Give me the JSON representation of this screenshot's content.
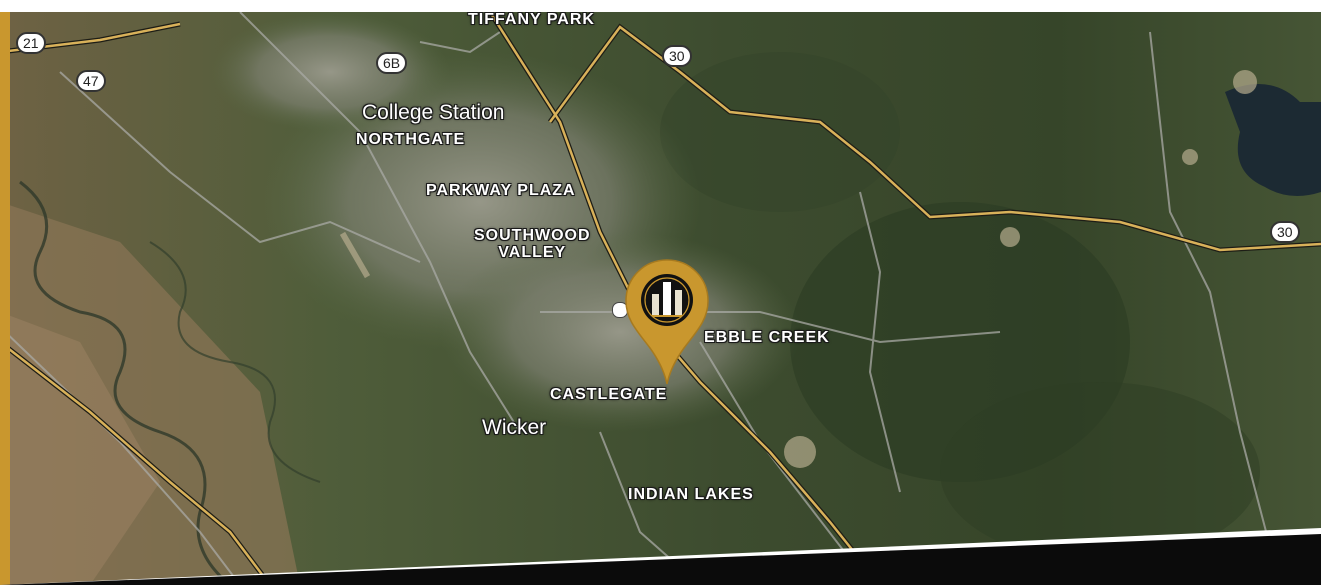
{
  "map": {
    "places": [
      {
        "id": "tiffany-park",
        "label": "TIFFANY PARK"
      },
      {
        "id": "college-station",
        "label": "College Station"
      },
      {
        "id": "northgate",
        "label": "NORTHGATE"
      },
      {
        "id": "parkway-plaza",
        "label": "PARKWAY PLAZA"
      },
      {
        "id": "southwood-valley",
        "label": "SOUTHWOOD\nVALLEY"
      },
      {
        "id": "pebble-creek",
        "label": "EBBLE CREEK"
      },
      {
        "id": "castlegate",
        "label": "CASTLEGATE"
      },
      {
        "id": "wicker",
        "label": "Wicker"
      },
      {
        "id": "indian-lakes",
        "label": "INDIAN LAKES"
      }
    ],
    "shields": [
      {
        "id": "hwy-21",
        "label": "21"
      },
      {
        "id": "hwy-47",
        "label": "47"
      },
      {
        "id": "hwy-6b",
        "label": "6B"
      },
      {
        "id": "hwy-30-north",
        "label": "30"
      },
      {
        "id": "hwy-30-east",
        "label": "30"
      }
    ],
    "marker": {
      "icon": "building-logo-icon"
    }
  },
  "colors": {
    "accent_gold": "#c9972e",
    "band_dark": "#0b0b0b",
    "highway": "#d8b15a",
    "terrain": "#4a5a3a"
  }
}
